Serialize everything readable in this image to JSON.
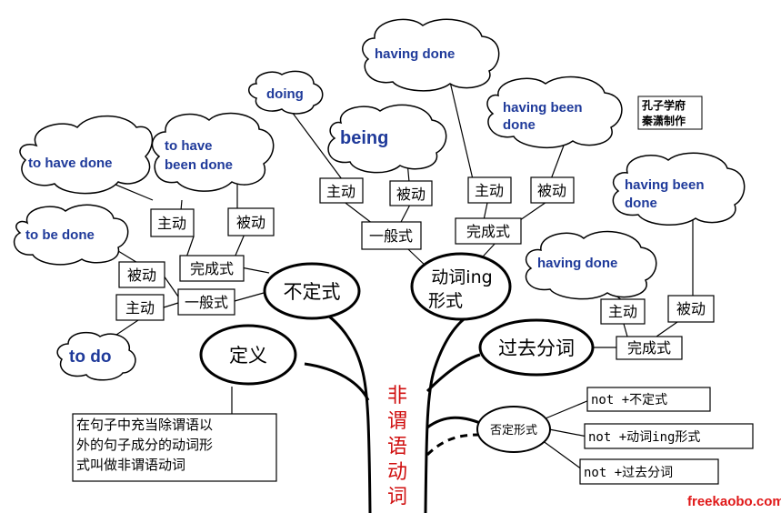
{
  "trunk": {
    "chars": [
      "非",
      "谓",
      "语",
      "动",
      "词"
    ]
  },
  "nodes": {
    "infinitive": "不定式",
    "gerund_line1": "动词ing",
    "gerund_line2": "形式",
    "participle": "过去分词",
    "definition": "定义",
    "negation": "否定形式"
  },
  "labels": {
    "active": "主动",
    "passive": "被动",
    "perfect": "完成式",
    "simple": "一般式"
  },
  "clouds": {
    "to_have_done": "to have done",
    "to_have_been_done_1": "to have",
    "to_have_been_done_2": "been done",
    "to_be_done": "to be done",
    "to_do": "to do",
    "doing": "doing",
    "being": "being",
    "having_done_top": "having done",
    "having_been_done_top_1": "having been",
    "having_been_done_top_2": "done",
    "having_been_done_right_1": "having been",
    "having_been_done_right_2": "done",
    "having_done_right": "having done"
  },
  "definition_text": [
    "在句子中充当除谓语以",
    "外的句子成分的动词形",
    "式叫做非谓语动词"
  ],
  "negation_forms": [
    "not +不定式",
    "not +动词ing形式",
    "not +过去分词"
  ],
  "credit": [
    "孔子学府",
    "秦潇制作"
  ],
  "watermark": "freekaobo.com"
}
